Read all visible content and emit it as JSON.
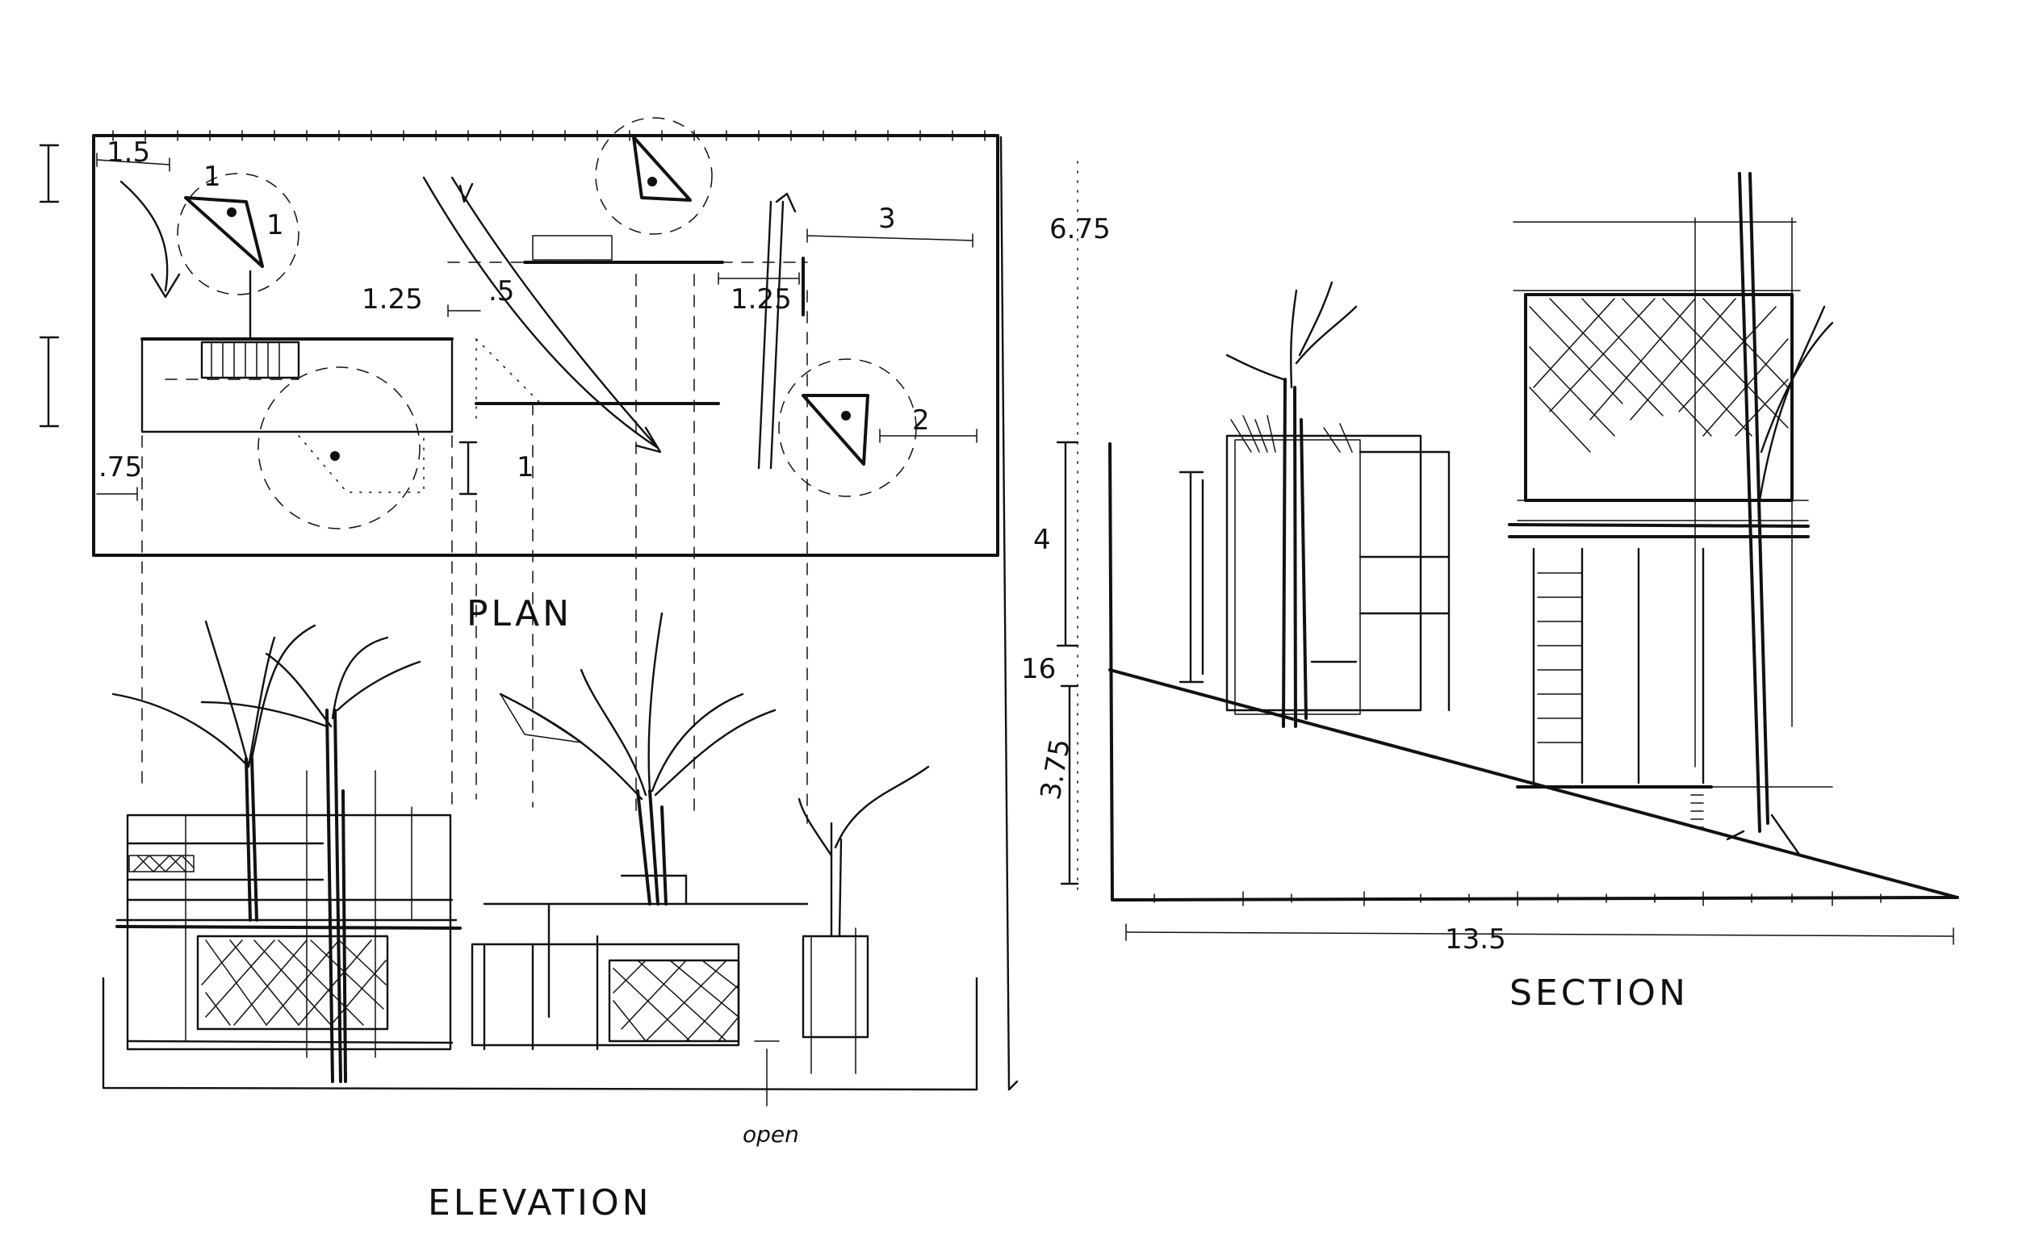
{
  "labels": {
    "plan": "PLAN",
    "elevation": "ELEVATION",
    "section": "SECTION",
    "note_open": "open"
  },
  "plan_dims": {
    "d1": "1.5",
    "d2": "1",
    "d3": "1",
    "d4": "1.25",
    "d5": ".5",
    "d6": "1.25",
    "d7": "3",
    "d8": "2",
    "d9": ".75",
    "d10": "1"
  },
  "section_dims": {
    "h1": "6.75",
    "h2": "4",
    "h3": "16",
    "h4": "3.75",
    "w1": "13.5"
  },
  "ink_color": "#111111",
  "paper_color": "#ffffff"
}
